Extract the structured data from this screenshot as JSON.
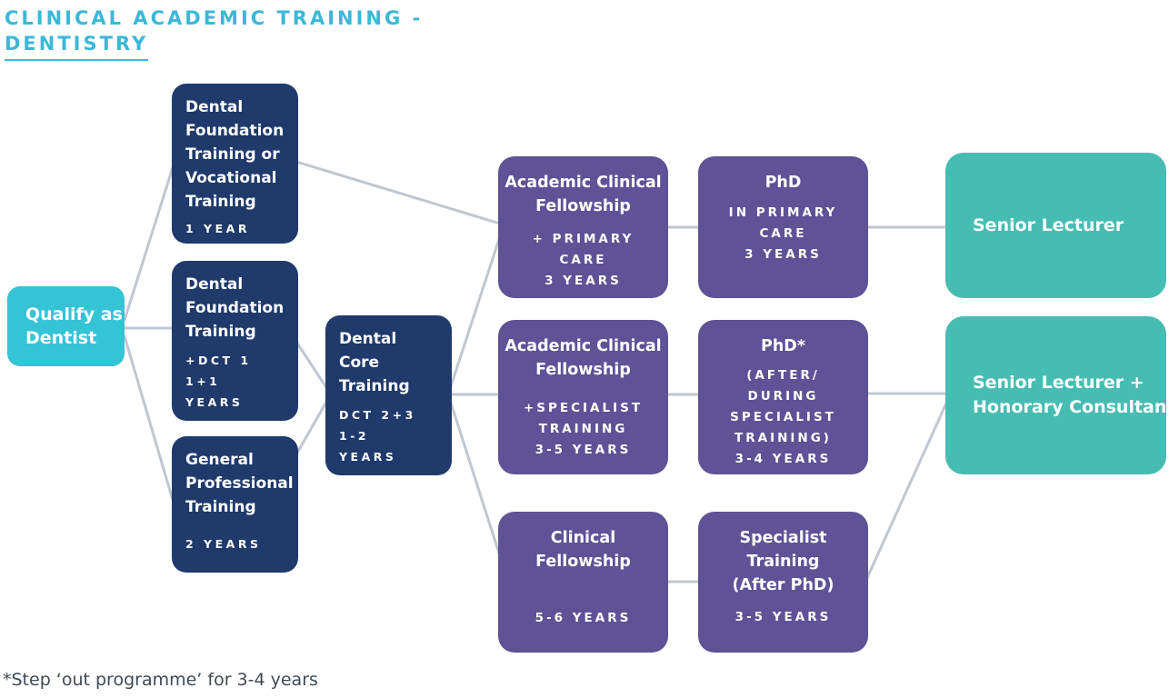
{
  "header": {
    "title_line1": "CLINICAL ACADEMIC TRAINING -",
    "title_line2": "DENTISTRY"
  },
  "footnote": "*Step ‘out programme’ for 3-4 years",
  "colors": {
    "accent": "#3bb8d8",
    "cyan": "#35c3d6",
    "navy": "#1f3a6b",
    "purple": "#5f5296",
    "teal": "#47bcb3",
    "line": "#c0c7d2",
    "footnote_color": "#3d4a57"
  },
  "nodes": {
    "qualify": {
      "lines": [
        "Qualify as",
        "Dentist"
      ]
    },
    "dft_vt": {
      "lines": [
        "Dental",
        "Foundation",
        "Training or",
        "Vocational",
        "Training"
      ],
      "sub": [
        "1 YEAR"
      ]
    },
    "dft_dct1": {
      "lines": [
        "Dental",
        "Foundation",
        "Training"
      ],
      "sub": [
        "+DCT 1",
        "1+1",
        "YEARS"
      ]
    },
    "gpt": {
      "lines": [
        "General",
        "Professional",
        "Training"
      ],
      "sub": [
        "2 YEARS"
      ]
    },
    "dct": {
      "lines": [
        "Dental",
        "Core",
        "Training"
      ],
      "sub": [
        "DCT 2+3",
        "1-2",
        "YEARS"
      ]
    },
    "acf_primary": {
      "lines": [
        "Academic Clinical",
        "Fellowship"
      ],
      "sub": [
        "+ PRIMARY",
        "CARE",
        "3 YEARS"
      ]
    },
    "acf_specialist": {
      "lines": [
        "Academic Clinical",
        "Fellowship"
      ],
      "sub": [
        "+SPECIALIST",
        "TRAINING",
        "3-5 YEARS"
      ]
    },
    "clinical_fellowship": {
      "lines": [
        "Clinical",
        "Fellowship"
      ],
      "sub": [
        "5-6 YEARS"
      ]
    },
    "phd_primary": {
      "lines": [
        "PhD"
      ],
      "sub": [
        "IN PRIMARY",
        "CARE",
        "3 YEARS"
      ]
    },
    "phd_specialist": {
      "lines": [
        "PhD*"
      ],
      "sub": [
        "(AFTER/",
        "DURING",
        "SPECIALIST",
        "TRAINING)",
        "3-4 YEARS"
      ]
    },
    "specialist_training": {
      "lines": [
        "Specialist",
        "Training",
        "(After PhD)"
      ],
      "sub": [
        "3-5 YEARS"
      ]
    },
    "senior_lecturer": {
      "lines": [
        "Senior Lecturer"
      ]
    },
    "senior_lecturer_hc": {
      "lines": [
        "Senior Lecturer +",
        "Honorary Consultant"
      ]
    }
  }
}
